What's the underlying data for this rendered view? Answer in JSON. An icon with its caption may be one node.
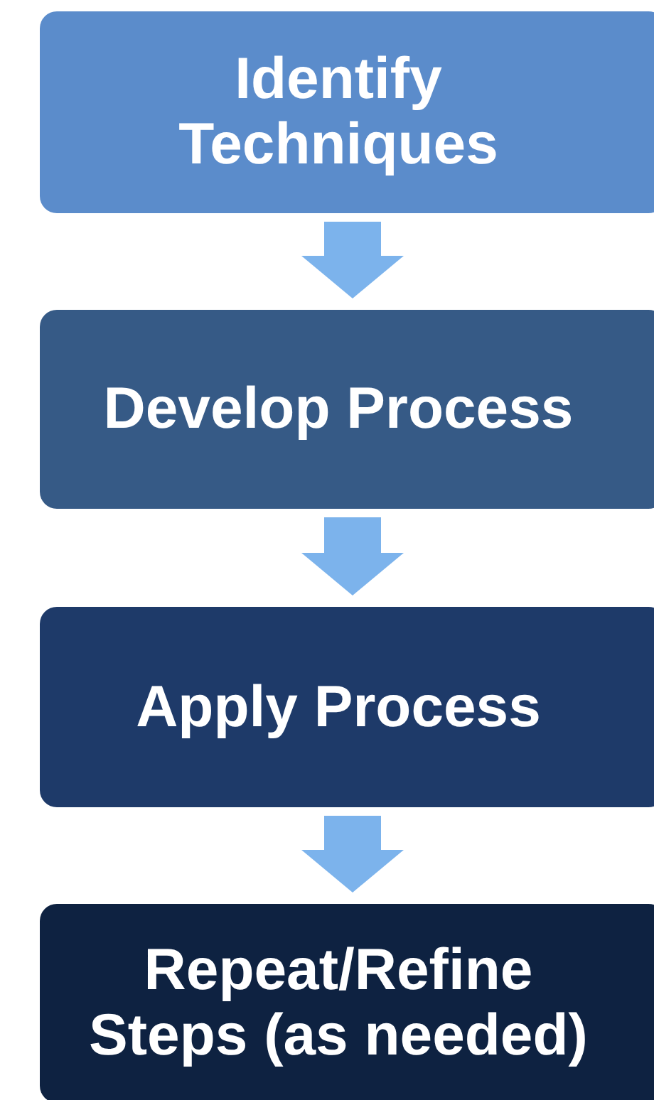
{
  "diagram": {
    "nodes": [
      {
        "text": [
          "Identify Techniques"
        ]
      },
      {
        "text": [
          "Develop Process"
        ]
      },
      {
        "text": [
          "Apply Process"
        ]
      },
      {
        "text": [
          "Repeat/Refine Steps (as needed)"
        ]
      }
    ],
    "edges": [
      {
        "from": 0,
        "to": 1,
        "arrow": "to"
      },
      {
        "from": 1,
        "to": 2,
        "arrow": "to"
      },
      {
        "from": 2,
        "to": 3,
        "arrow": "to"
      }
    ]
  }
}
